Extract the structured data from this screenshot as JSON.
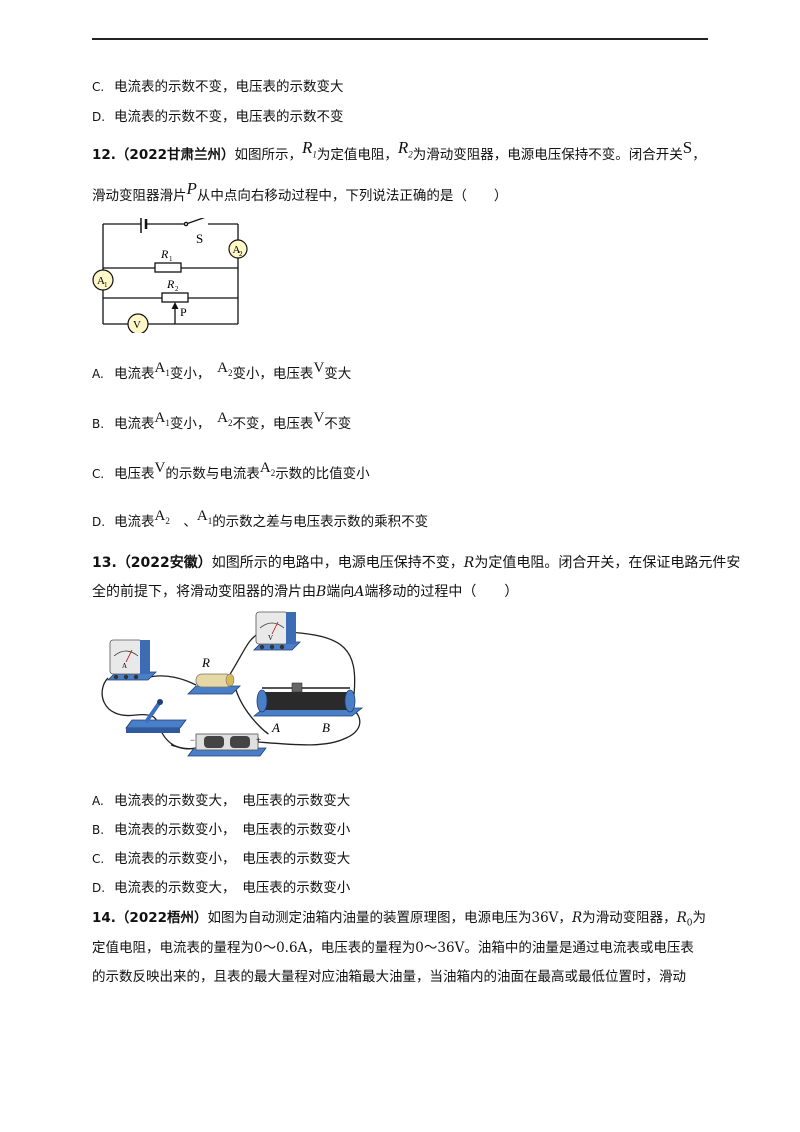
{
  "prev_options": [
    {
      "letter": "C.",
      "text": "电流表的示数不变，电压表的示数变大"
    },
    {
      "letter": "D.",
      "text": "电流表的示数不变，电压表的示数不变"
    }
  ],
  "q12": {
    "number": "12.",
    "source": "（2022甘肃兰州）",
    "text_a": "如图所示，",
    "r1": "R",
    "r1_sub": "1",
    "text_b": "为定值电阻，",
    "r2": "R",
    "r2_sub": "2",
    "text_c": "为滑动变阻器，电源电压保持不变。闭合开关",
    "s": "S",
    "text_d": "，",
    "line2_a": "滑动变阻器滑片",
    "p": "P",
    "line2_b": "从中点向右移动过程中，下列说法正确的是（　　）",
    "diagram": {
      "s": "S",
      "r1": "R",
      "r1_sub": "1",
      "r2": "R",
      "r2_sub": "2",
      "a1": "A",
      "a1_sub": "1",
      "a2": "A",
      "a2_sub": "2",
      "v": "V",
      "p": "P"
    },
    "options": {
      "a": {
        "letter": "A.",
        "t1": "电流表",
        "m1": "A",
        "m1s": "1",
        "t2": "变小，",
        "m2": "A",
        "m2s": "2",
        "t3": "变小，电压表",
        "m3": "V",
        "t4": "变大"
      },
      "b": {
        "letter": "B.",
        "t1": "电流表",
        "m1": "A",
        "m1s": "1",
        "t2": "变小，",
        "m2": "A",
        "m2s": "2",
        "t3": "不变，电压表",
        "m3": "V",
        "t4": "不变"
      },
      "c": {
        "letter": "C.",
        "t1": "电压表",
        "m1": "V",
        "t2": "的示数与电流表",
        "m2": "A",
        "m2s": "2",
        "t3": "示数的比值变小"
      },
      "d": {
        "letter": "D.",
        "t1": "电流表",
        "m1": "A",
        "m1s": "2",
        "t2": "、",
        "m2": "A",
        "m2s": "1",
        "t3": "的示数之差与电压表示数的乘积不变"
      }
    }
  },
  "q13": {
    "number": "13.",
    "source": "（2022安徽）",
    "text_a": "如图所示的电路中，电源电压保持不变，",
    "r": "R",
    "text_b": "为定值电阻。闭合开关，在保证电路元件安",
    "line2_a": "全的前提下，将滑动变阻器的滑片由",
    "b": "B",
    "line2_b": "端向",
    "a": "A",
    "line2_c": "端移动的过程中（　　）",
    "diagram": {
      "r": "R",
      "a": "A",
      "b": "B",
      "meter_a": "A",
      "meter_v": "V"
    },
    "options": [
      {
        "letter": "A.",
        "text": "电流表的示数变大，　电压表的示数变大"
      },
      {
        "letter": "B.",
        "text": "电流表的示数变小，　电压表的示数变小"
      },
      {
        "letter": "C.",
        "text": "电流表的示数变小，　电压表的示数变大"
      },
      {
        "letter": "D.",
        "text": "电流表的示数变大，　电压表的示数变小"
      }
    ]
  },
  "q14": {
    "number": "14.",
    "source": "（2022梧州）",
    "line1_a": "如图为自动测定油箱内油量的装置原理图，电源电压为36V，",
    "r": "R",
    "line1_b": "为滑动变阻器，",
    "r0": "R",
    "r0_sub": "0",
    "line1_c": "为",
    "line2": "定值电阻，电流表的量程为0～0.6A，电压表的量程为0～36V。油箱中的油量是通过电流表或电压表",
    "line3": "的示数反映出来的，且表的最大量程对应油箱最大油量，当油箱内的油面在最高或最低位置时，滑动"
  }
}
